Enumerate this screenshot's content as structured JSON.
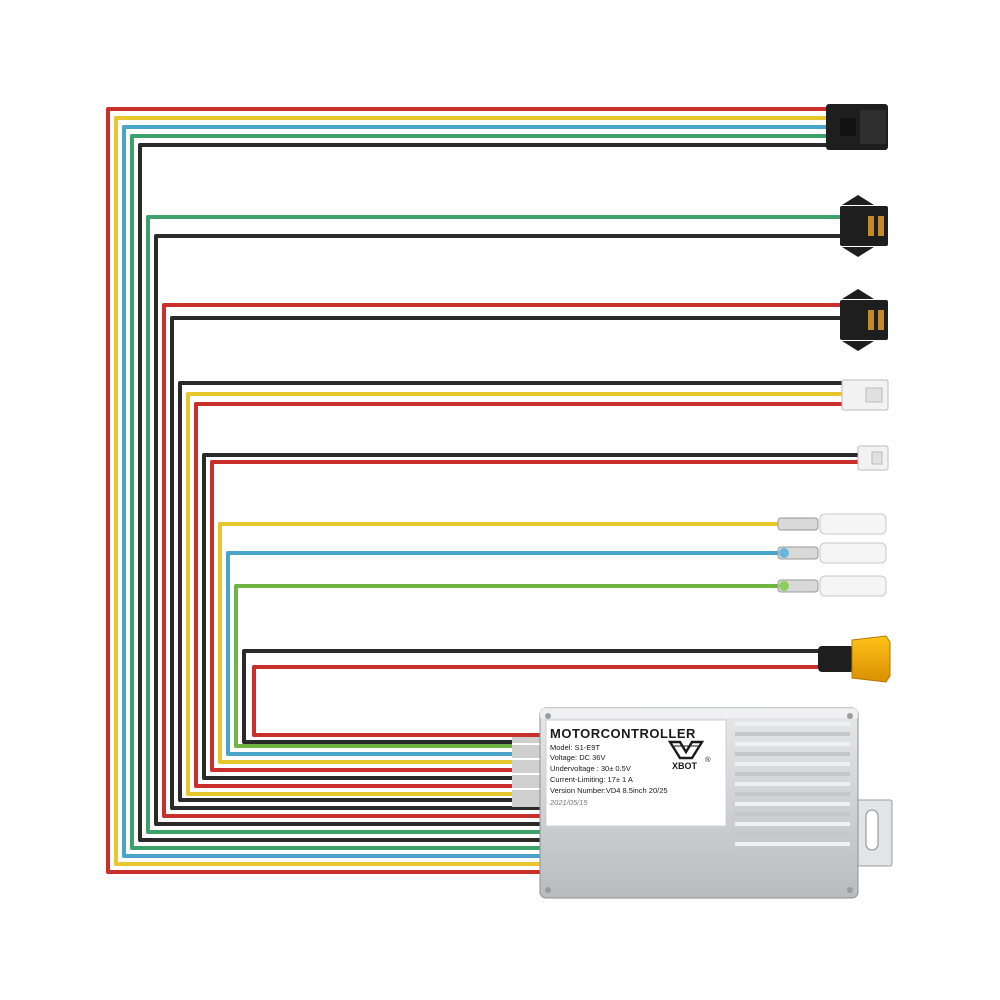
{
  "label": {
    "title": "MOTORCONTROLLER",
    "model": "Model: S1-E9T",
    "voltage": "Voltage:  DC 36V",
    "undervoltage": "Undervoltage :  30± 0.5V",
    "current_limiting": "Current-Limiting: 17± 1 A",
    "version": "Version Number:VD4  8.5inch 20/25",
    "serial": "2021/05/15",
    "brand": "XBOT",
    "registered": "®"
  },
  "colors": {
    "red": "#c9302c",
    "yellow": "#e8c72e",
    "blue": "#4aa3c8",
    "green": "#3ea06a",
    "lime": "#6fb444",
    "black": "#2a2a2a",
    "connector_black": "#1e1e1e",
    "connector_white": "#f2f2f2",
    "xt_yellow": "#f0a800",
    "housing": "#d6d8da",
    "label_bg": "#ffffff"
  },
  "icons": [
    "xbot-logo-icon"
  ]
}
